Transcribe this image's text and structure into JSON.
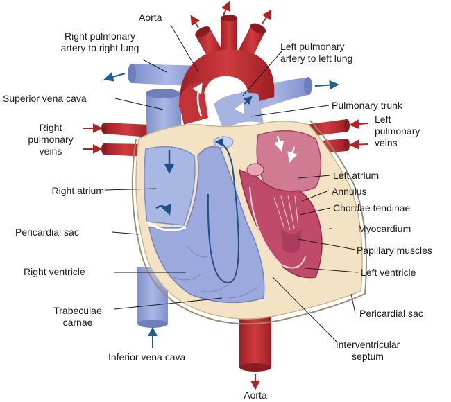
{
  "labels": {
    "aorta_top": "Aorta",
    "right_pulmonary_artery": "Right pulmonary\nartery to right lung",
    "left_pulmonary_artery": "Left pulmonary\nartery to left lung",
    "superior_vena_cava": "Superior vena cava",
    "pulmonary_trunk": "Pulmonary trunk",
    "right_pulmonary_veins": "Right\npulmonary\nveins",
    "left_pulmonary_veins": "Left\npulmonary\nveins",
    "left_atrium": "Left atrium",
    "annulus": "Annulus",
    "chordae_tendinae": "Chordae tendinae",
    "right_atrium": "Right atrium",
    "myocardium": "Myocardium",
    "pericardial_sac_left": "Pericardial sac",
    "papillary_muscles": "Papillary muscles",
    "right_ventricle": "Right ventricle",
    "left_ventricle": "Left ventricle",
    "trabeculae_carnae": "Trabeculae\ncarnae",
    "pericardial_sac_right": "Pericardial sac",
    "inferior_vena_cava": "Inferior vena cava",
    "interventricular_septum": "Interventricular\nseptum",
    "aorta_bottom": "Aorta"
  },
  "colors": {
    "oxygenated": "#b3282d",
    "deoxygenated": "#8f9fd6",
    "myocardium": "#f3e2c4",
    "left_chamber": "#c04a6a",
    "flow_arrow_blue": "#1f5e94",
    "flow_arrow_red": "#b22222",
    "leader_line": "#1a1a1a"
  }
}
